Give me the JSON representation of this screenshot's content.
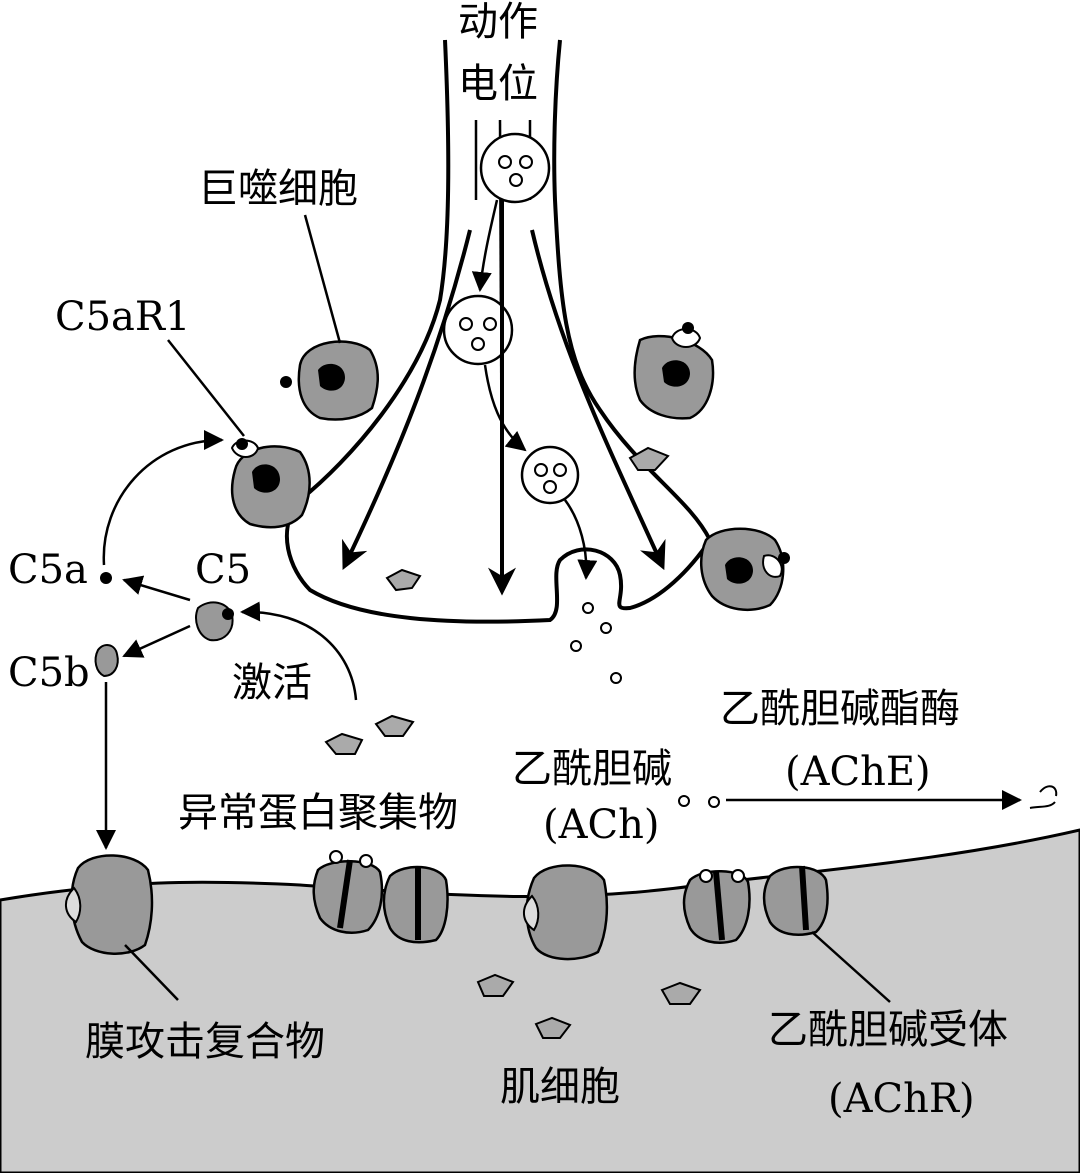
{
  "labels": {
    "action_potential_1": "动作",
    "action_potential_2": "电位",
    "macrophage": "巨噬细胞",
    "c5ar1": "C5aR1",
    "c5a": "C5a",
    "c5": "C5",
    "c5b": "C5b",
    "activate": "激活",
    "aggregates": "异常蛋白聚集物",
    "ach_1": "乙酰胆碱",
    "ach_2": "(ACh)",
    "ache_1": "乙酰胆碱酯酶",
    "ache_2": "(AChE)",
    "mac": "膜攻击复合物",
    "muscle": "肌细胞",
    "achr_1": "乙酰胆碱受体",
    "achr_2": "(AChR)"
  },
  "colors": {
    "cell_gray": "#999999",
    "muscle_gray": "#cccccc",
    "line": "#000000"
  }
}
